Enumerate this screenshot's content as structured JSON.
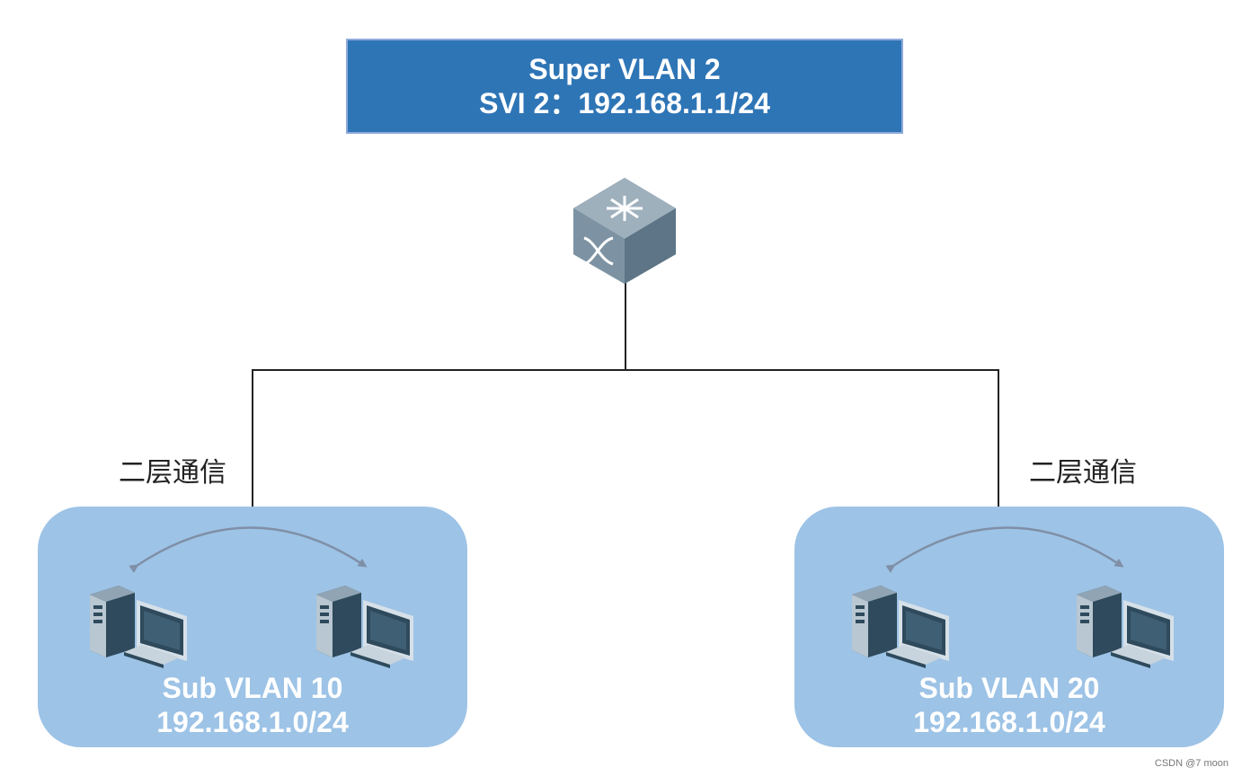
{
  "super_vlan": {
    "title": "Super VLAN 2",
    "svi": "SVI 2：192.168.1.1/24",
    "color": "#2e75b6"
  },
  "switch": {
    "icon": "layer3-switch-icon"
  },
  "sub_vlans": [
    {
      "name": "Sub VLAN 10",
      "network": "192.168.1.0/24",
      "comm_label": "二层通信"
    },
    {
      "name": "Sub VLAN 20",
      "network": "192.168.1.0/24",
      "comm_label": "二层通信"
    }
  ],
  "zone_color": "#9dc3e6",
  "watermark": "CSDN @7 moon"
}
